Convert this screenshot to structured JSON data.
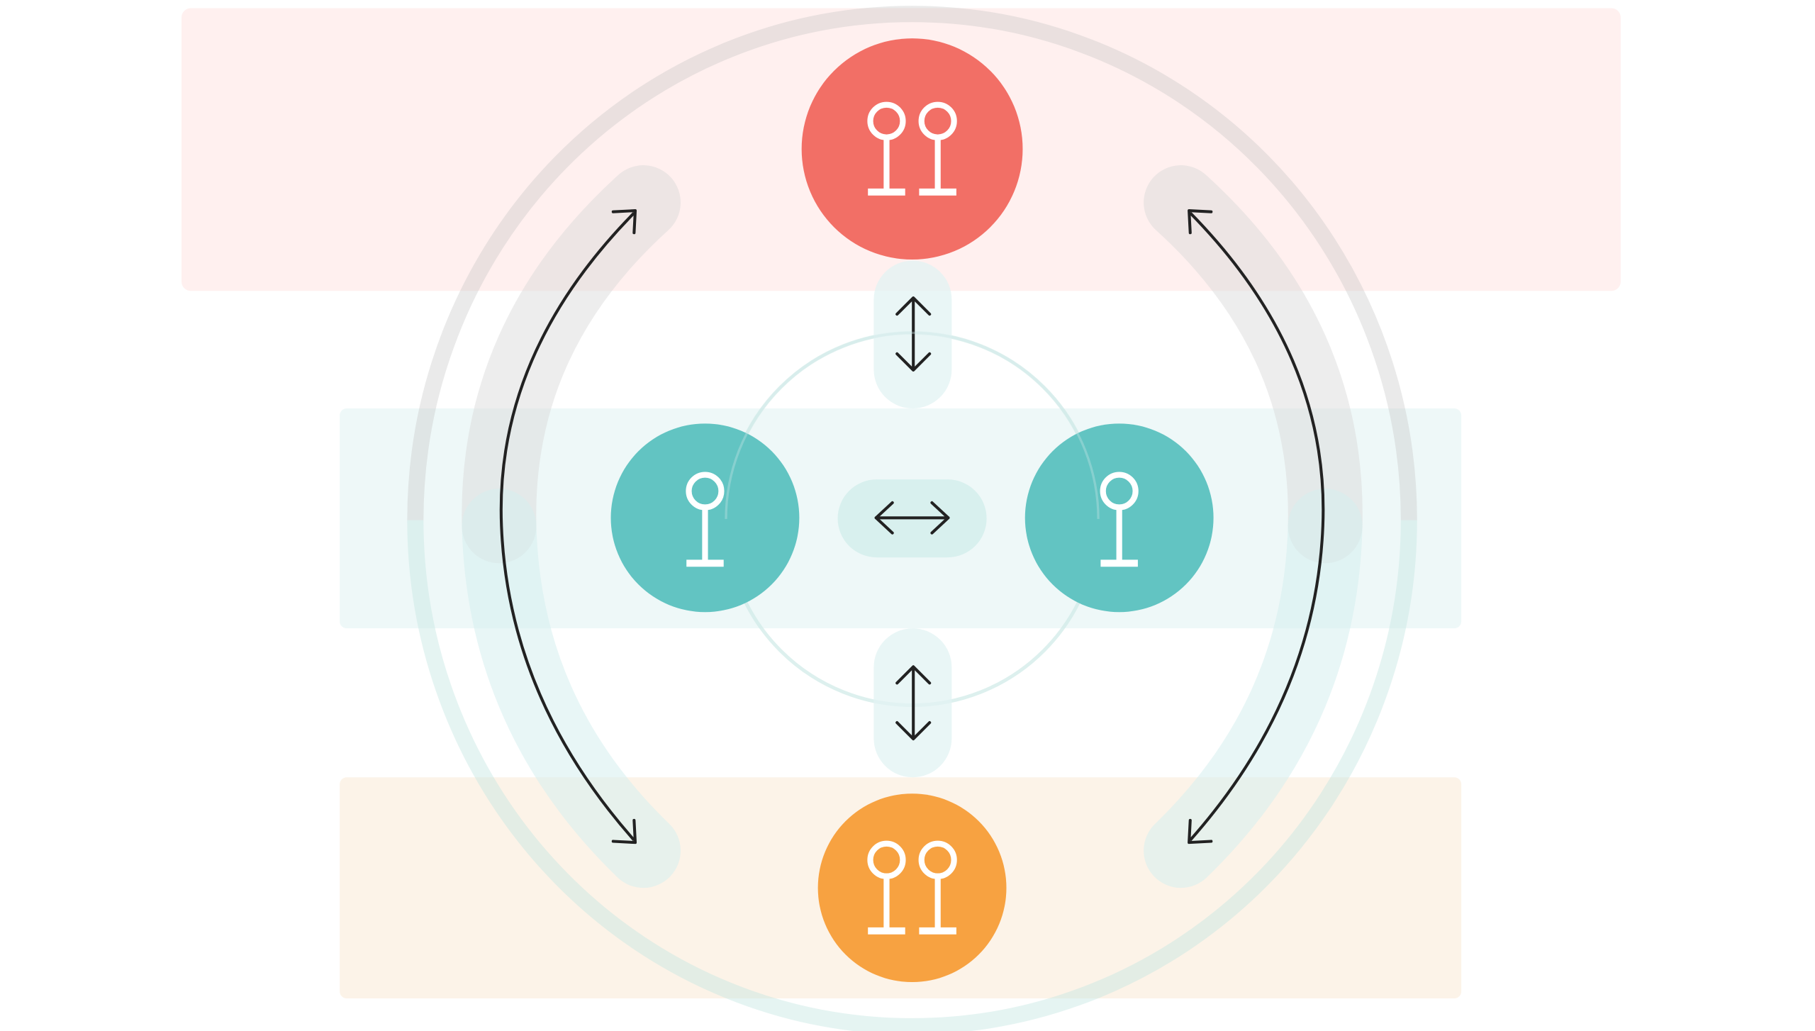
{
  "diagram": {
    "colors": {
      "background": "#ffffff",
      "top_band": "#fff0ef",
      "middle_band": "#e2f3f3",
      "bottom_band": "#fcf3e8",
      "ring_gray": "#c4c4c4",
      "ring_teal": "#d0ebe9",
      "track_gray": "#d6d6d6",
      "track_teal": "#d6efee",
      "node_top": "#f26f66",
      "node_middle": "#62c4c2",
      "node_bottom": "#f7a241",
      "icon": "#ffffff",
      "arrow": "#222222"
    },
    "nodes": [
      {
        "id": "top",
        "icon": "person-pair-icon",
        "color": "#f26f66"
      },
      {
        "id": "middle-left",
        "icon": "person-icon",
        "color": "#62c4c2"
      },
      {
        "id": "middle-right",
        "icon": "person-icon",
        "color": "#62c4c2"
      },
      {
        "id": "bottom",
        "icon": "person-pair-icon",
        "color": "#f7a241"
      }
    ],
    "connections": [
      {
        "from": "top",
        "to": "middle",
        "icon": "double-arrow-vertical-icon"
      },
      {
        "from": "middle-left",
        "to": "middle-right",
        "icon": "double-arrow-horizontal-icon"
      },
      {
        "from": "middle",
        "to": "bottom",
        "icon": "double-arrow-vertical-icon"
      },
      {
        "from": "top",
        "to": "bottom",
        "side": "left",
        "icon": "curved-double-arrow-icon"
      },
      {
        "from": "top",
        "to": "bottom",
        "side": "right",
        "icon": "curved-double-arrow-icon"
      }
    ]
  }
}
